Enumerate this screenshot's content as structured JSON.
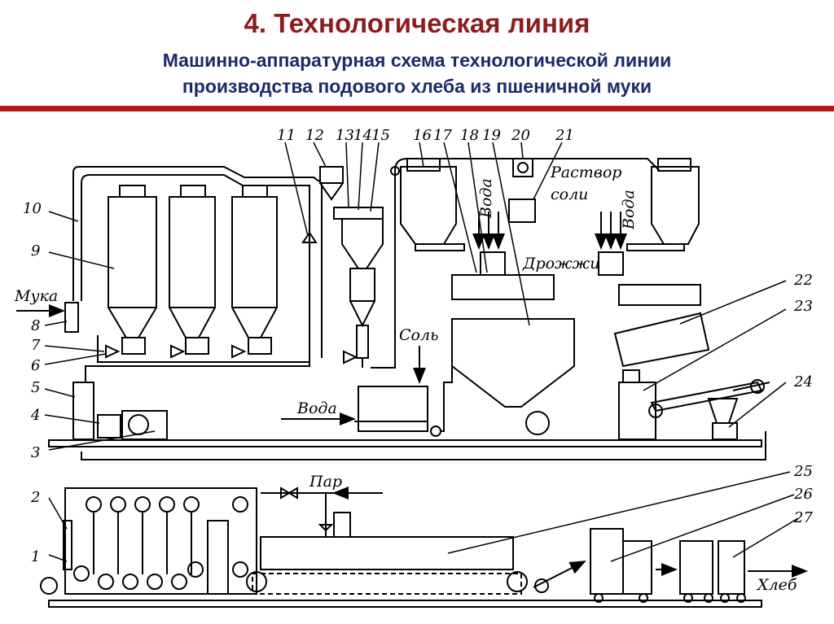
{
  "header": {
    "title": "4. Технологическая линия",
    "subtitle_line1": "Машинно-аппаратурная схема технологической линии",
    "subtitle_line2": "производства подового хлеба из пшеничной муки"
  },
  "diagram": {
    "labels": {
      "muka": "Мука",
      "sol": "Соль",
      "voda_mixer": "Вода",
      "voda_vert1": "Вода",
      "voda_vert2": "Вода",
      "rastvor": "Раствор",
      "soli": "соли",
      "drozhzhi": "Дрожжи",
      "par": "Пар",
      "hleb": "Хлеб"
    },
    "numbers": {
      "n1": "1",
      "n2": "2",
      "n3": "3",
      "n4": "4",
      "n5": "5",
      "n6": "6",
      "n7": "7",
      "n8": "8",
      "n9": "9",
      "n10": "10",
      "n11": "11",
      "n12": "12",
      "n13": "13",
      "n14": "14",
      "n15": "15",
      "n16": "16",
      "n17": "17",
      "n18": "18",
      "n19": "19",
      "n20": "20",
      "n21": "21",
      "n22": "22",
      "n23": "23",
      "n24": "24",
      "n25": "25",
      "n26": "26",
      "n27": "27"
    }
  }
}
